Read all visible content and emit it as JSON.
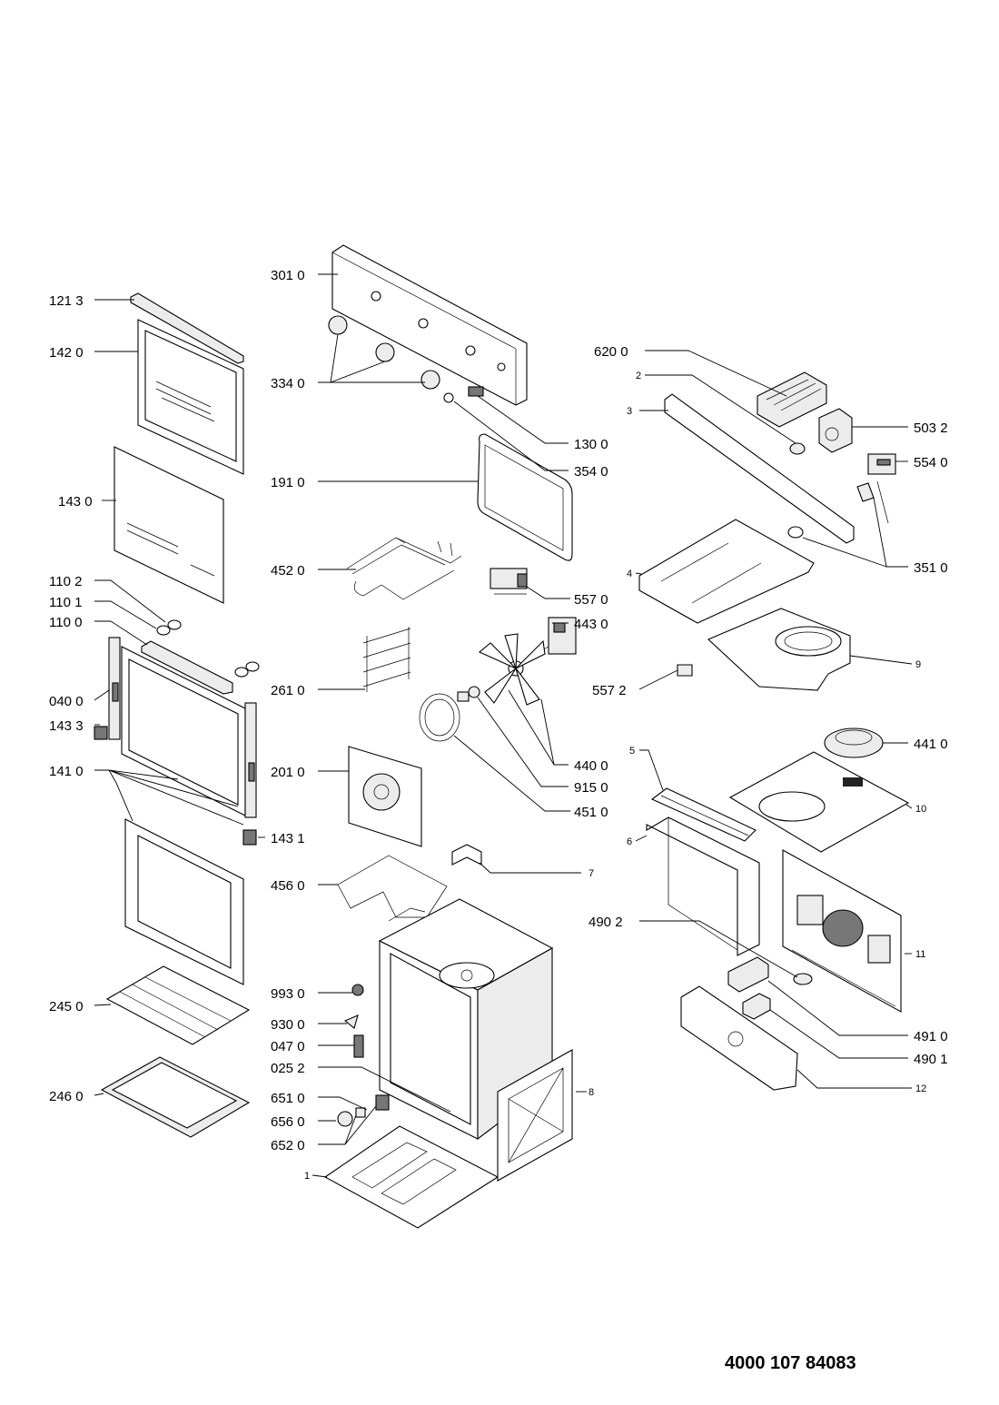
{
  "labels": {
    "l1213": "121 3",
    "l1420": "142 0",
    "l1430": "143 0",
    "l1102": "110 2",
    "l1101": "110 1",
    "l1100": "110 0",
    "l0400": "040 0",
    "l1433": "143 3",
    "l1410": "141 0",
    "l1431": "143 1",
    "l2450": "245 0",
    "l2460": "246 0",
    "l3010": "301 0",
    "l3340": "334 0",
    "l1300": "130 0",
    "l3540": "354 0",
    "l1910": "191 0",
    "l4520": "452 0",
    "l5570": "557 0",
    "l4430": "443 0",
    "l2610": "261 0",
    "l5572": "557 2",
    "l4400": "440 0",
    "l2010": "201 0",
    "l9150": "915 0",
    "l4510": "451 0",
    "l4560": "456 0",
    "l7": "7",
    "l9930": "993 0",
    "l9300": "930 0",
    "l0470": "047 0",
    "l0252": "025 2",
    "l6510": "651 0",
    "l6560": "656 0",
    "l6520": "652 0",
    "l1": "1",
    "l8": "8",
    "l6200": "620 0",
    "l2": "2",
    "l3": "3",
    "l5032": "503 2",
    "l5540": "554 0",
    "l4": "4",
    "l3510": "351 0",
    "l9": "9",
    "l4410": "441 0",
    "l5": "5",
    "l10": "10",
    "l6": "6",
    "l4902": "490 2",
    "l11": "11",
    "l4910": "491 0",
    "l4901": "490 1",
    "l12": "12"
  },
  "document_number": "4000 107 84083"
}
